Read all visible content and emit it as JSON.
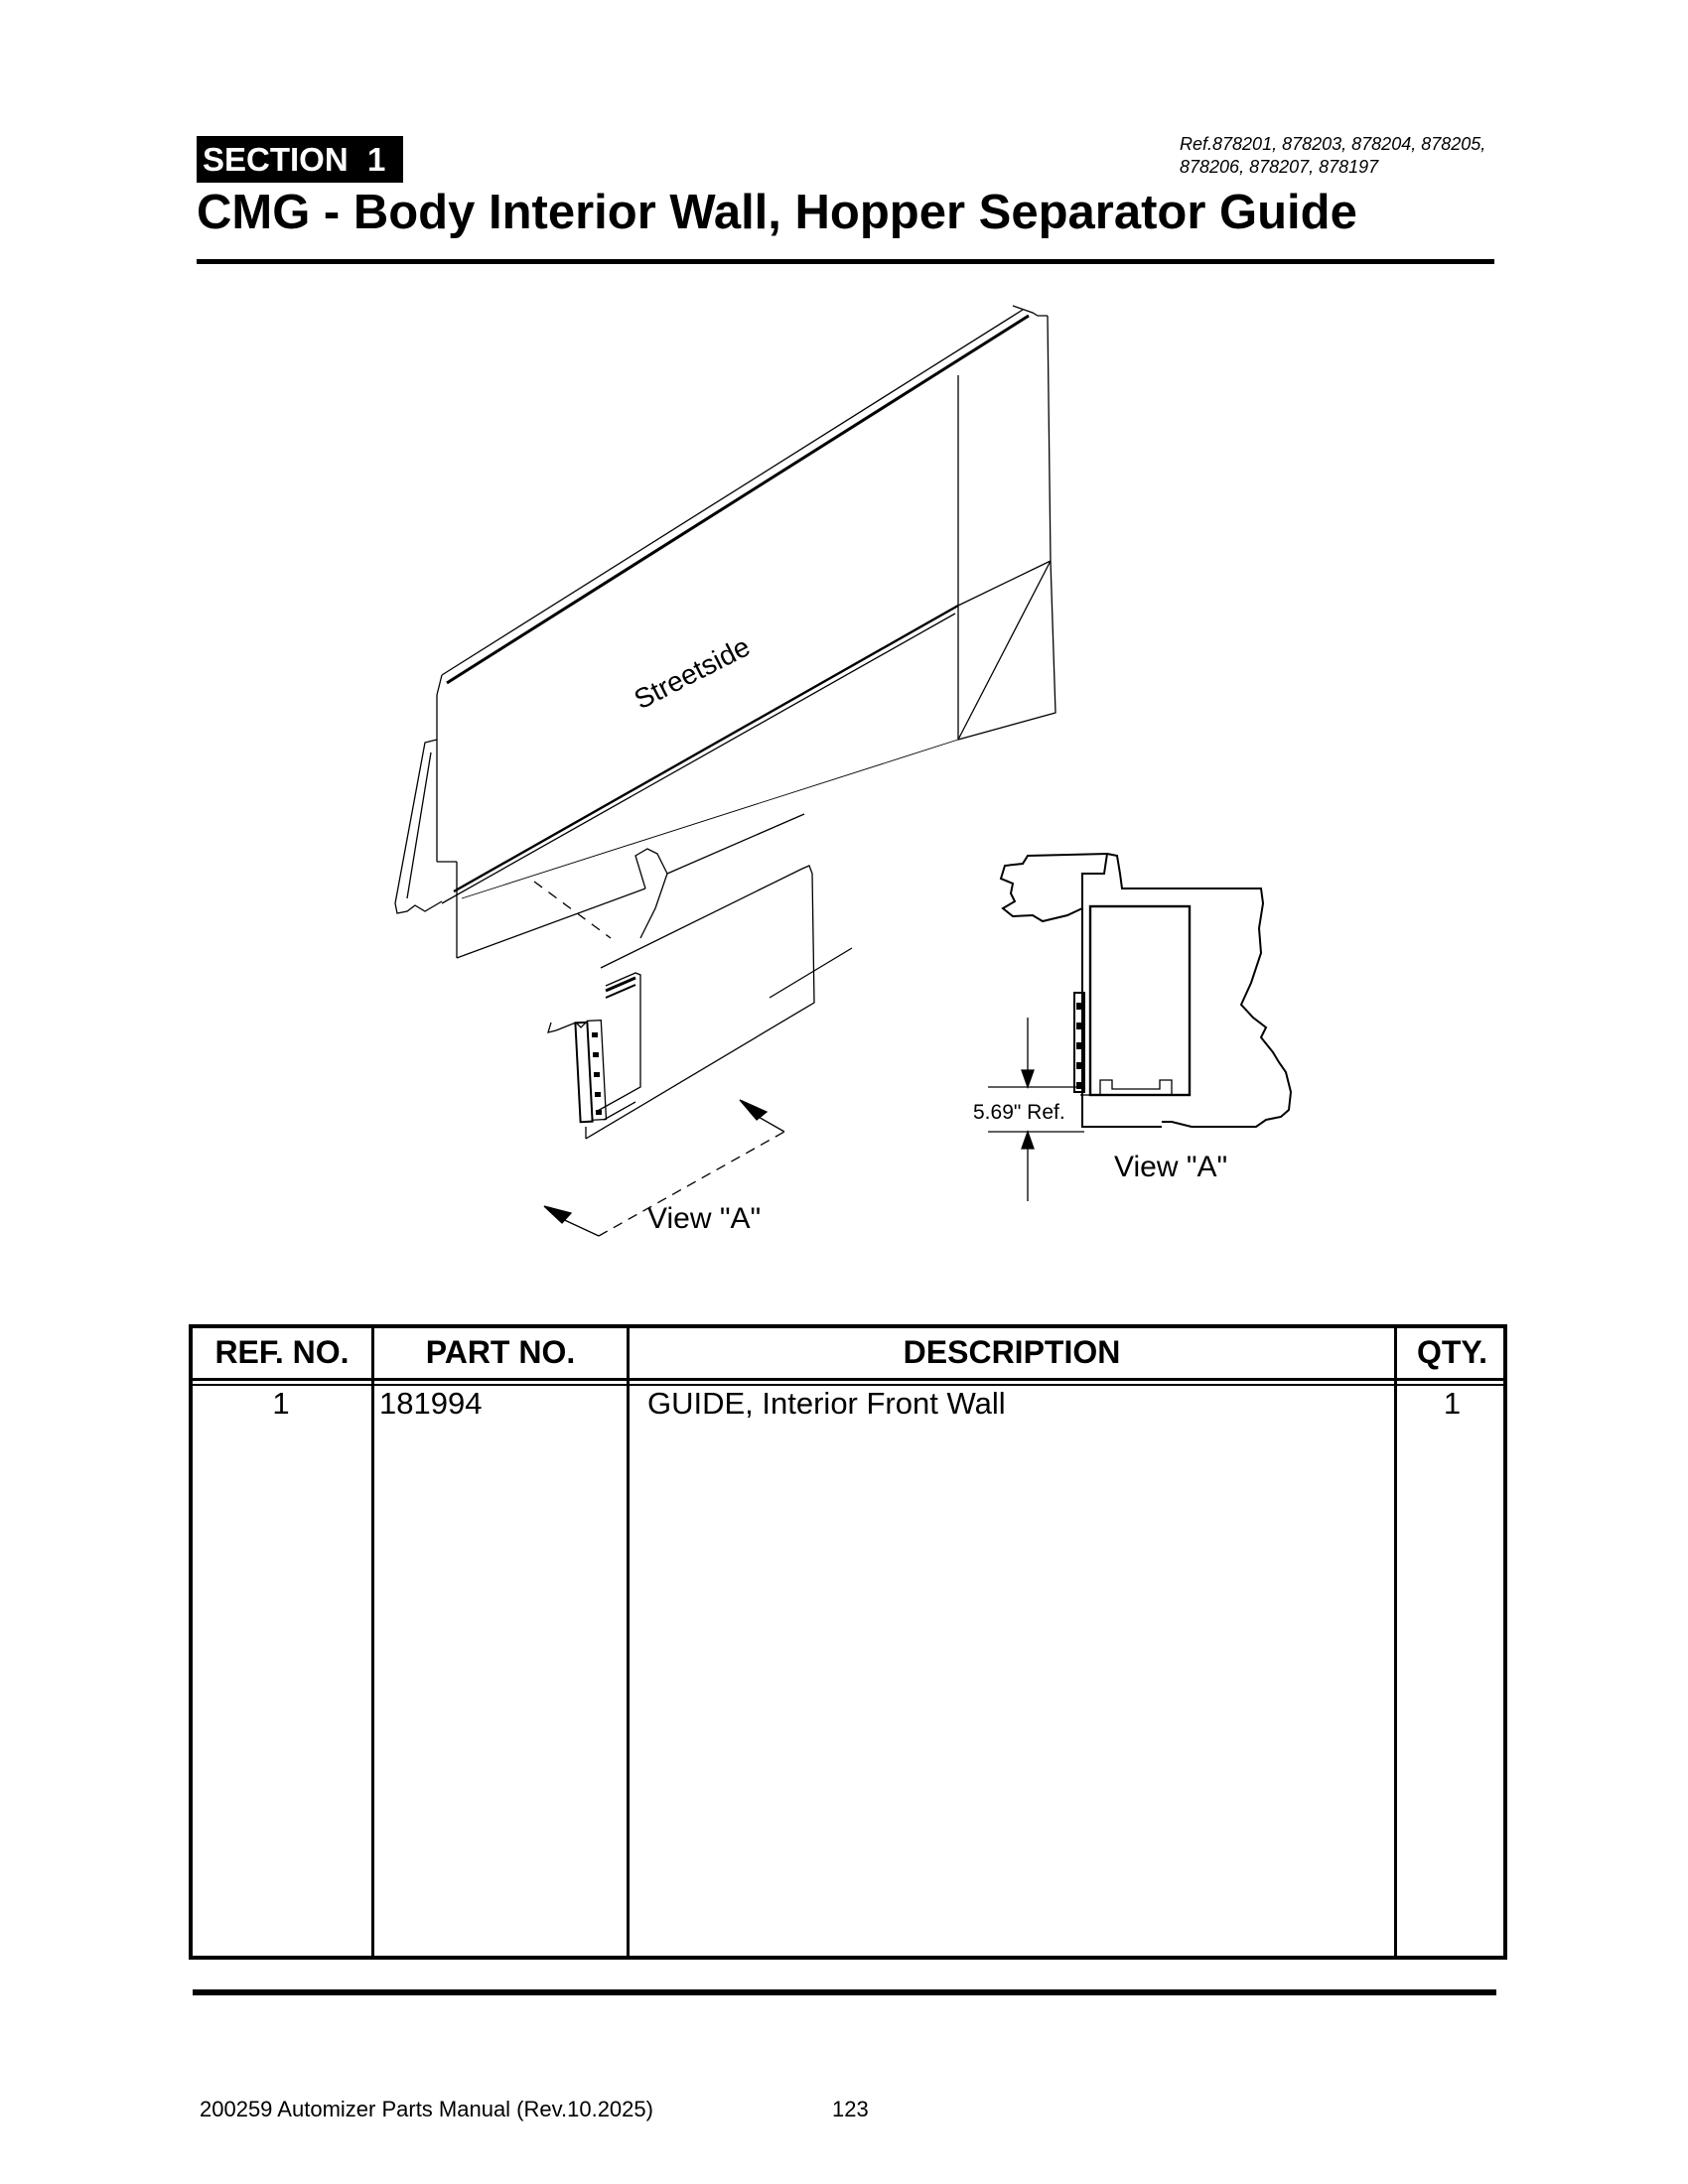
{
  "header": {
    "section_label": "SECTION",
    "section_number": "1",
    "ref_line1": "Ref.878201, 878203, 878204, 878205,",
    "ref_line2": "878206, 878207, 878197",
    "title": "CMG - Body Interior Wall, Hopper Separator Guide"
  },
  "drawing": {
    "wall_label": "Streetside",
    "view_label_left": "View \"A\"",
    "view_label_right": "View \"A\"",
    "dimension_label": "5.69\" Ref."
  },
  "table": {
    "headers": [
      "REF. NO.",
      "PART NO.",
      "DESCRIPTION",
      "QTY."
    ],
    "rows": [
      {
        "ref": "1",
        "part": "181994",
        "description": "GUIDE, Interior Front Wall",
        "qty": "1"
      }
    ]
  },
  "footer": {
    "manual": "200259 Automizer Parts Manual (Rev.10.2025)",
    "page": "123"
  }
}
